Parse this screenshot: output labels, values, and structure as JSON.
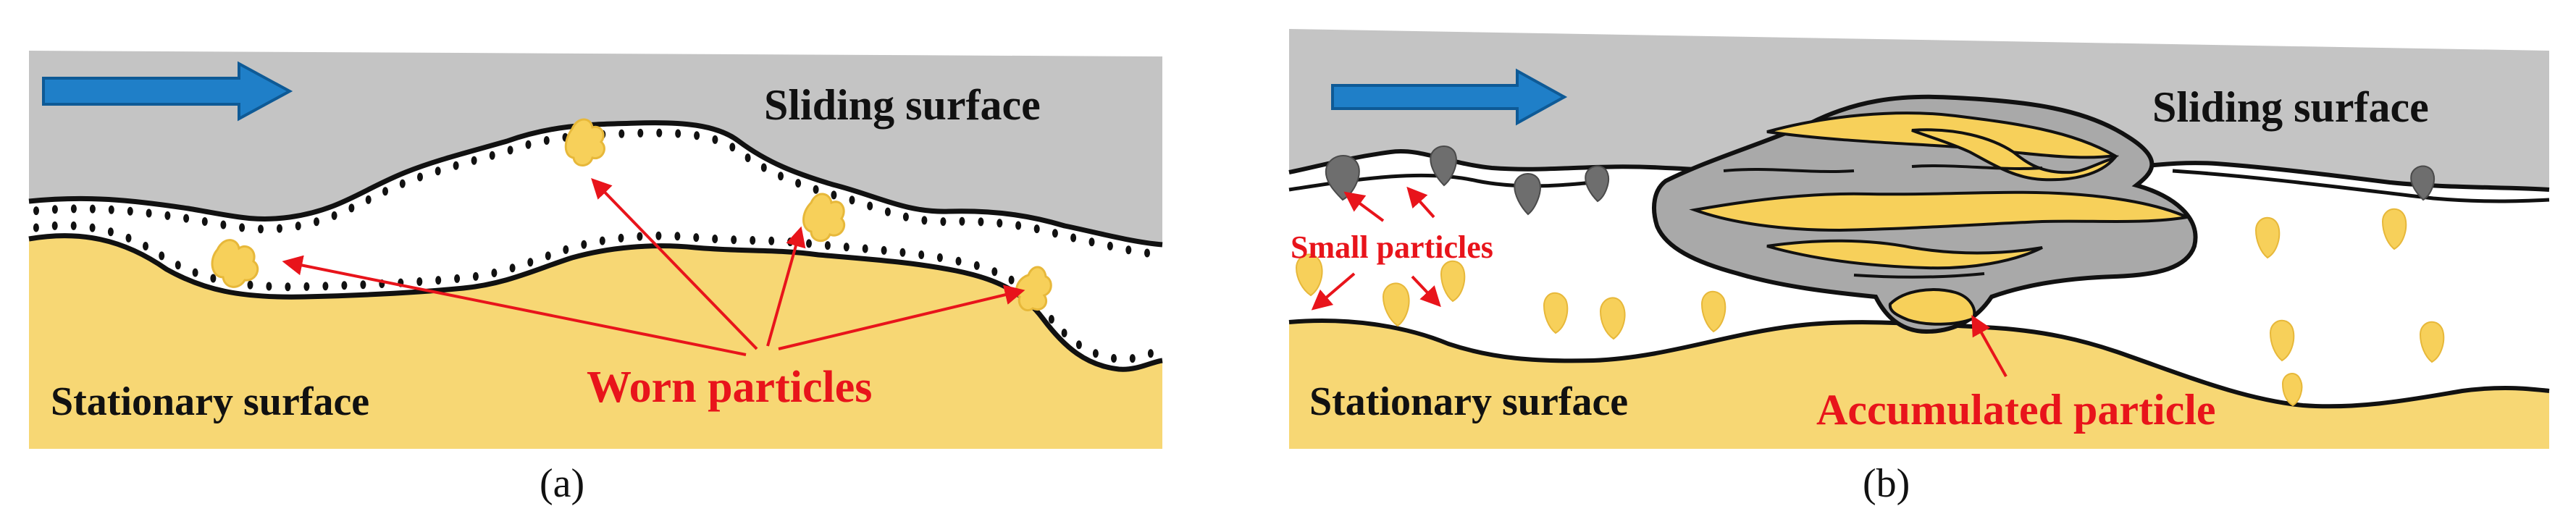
{
  "panel_a": {
    "sliding_label": "Sliding surface",
    "stationary_label": "Stationary surface",
    "particles_label": "Worn particles",
    "caption": "(a)"
  },
  "panel_b": {
    "sliding_label": "Sliding surface",
    "stationary_label": "Stationary surface",
    "small_particles_label": "Small particles",
    "accumulated_label": "Accumulated particle",
    "caption": "(b)"
  },
  "colors": {
    "sliding": "#c4c4c4",
    "stationary": "#f7d774",
    "arrow_blue": "#1f7fc8",
    "label_red": "#e8141b",
    "particle_gray": "#6e6e6e"
  },
  "icons": {
    "motion_arrow": "right-arrow-icon"
  }
}
